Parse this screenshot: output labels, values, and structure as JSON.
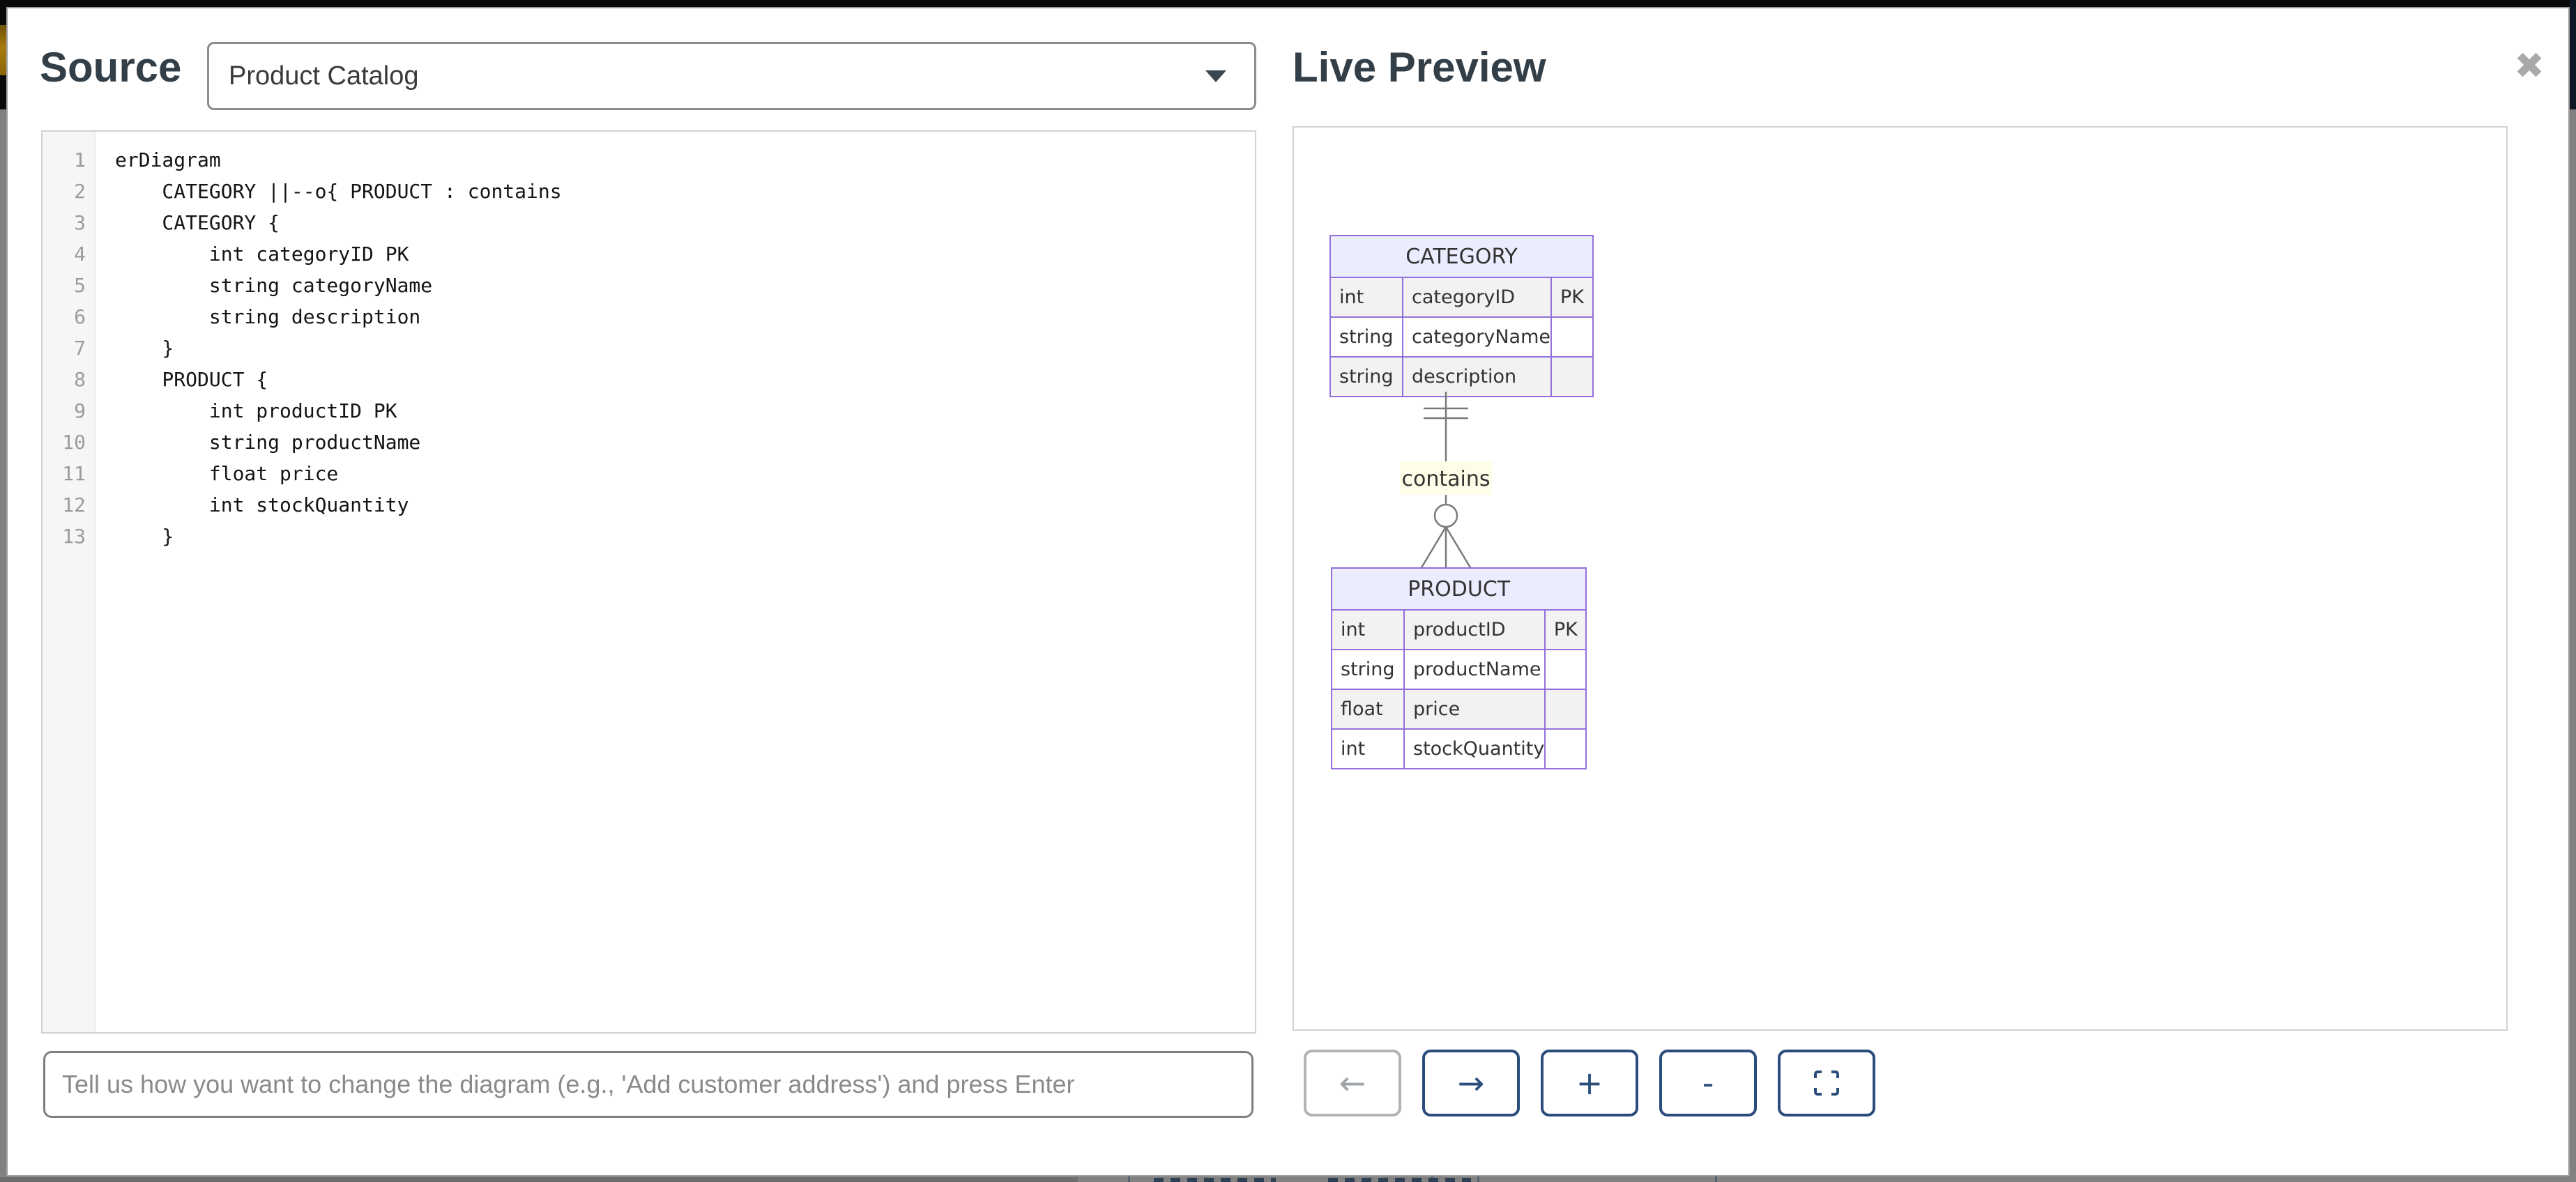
{
  "modal": {
    "source_label": "Source",
    "preview_label": "Live Preview",
    "close_glyph": "✖"
  },
  "source": {
    "selector": {
      "value": "Product Catalog"
    },
    "editor": {
      "lines": [
        "erDiagram",
        "    CATEGORY ||--o{ PRODUCT : contains",
        "    CATEGORY {",
        "        int categoryID PK",
        "        string categoryName",
        "        string description",
        "    }",
        "    PRODUCT {",
        "        int productID PK",
        "        string productName",
        "        float price",
        "        int stockQuantity",
        "    }"
      ]
    },
    "prompt_input": {
      "value": "",
      "placeholder": "Tell us how you want to change the diagram (e.g., 'Add customer address') and press Enter"
    }
  },
  "preview": {
    "diagram": {
      "entities": [
        {
          "name": "CATEGORY",
          "rows": [
            {
              "type": "int",
              "name": "categoryID",
              "key": "PK"
            },
            {
              "type": "string",
              "name": "categoryName",
              "key": ""
            },
            {
              "type": "string",
              "name": "description",
              "key": ""
            }
          ]
        },
        {
          "name": "PRODUCT",
          "rows": [
            {
              "type": "int",
              "name": "productID",
              "key": "PK"
            },
            {
              "type": "string",
              "name": "productName",
              "key": ""
            },
            {
              "type": "float",
              "name": "price",
              "key": ""
            },
            {
              "type": "int",
              "name": "stockQuantity",
              "key": ""
            }
          ]
        }
      ],
      "relationship": {
        "from": "CATEGORY",
        "to": "PRODUCT",
        "cardinality": "||--o{",
        "label": "contains"
      }
    },
    "toolbar": {
      "buttons": [
        {
          "id": "back",
          "glyph": "←",
          "enabled": false
        },
        {
          "id": "forward",
          "glyph": "→",
          "enabled": true
        },
        {
          "id": "zoom-in",
          "glyph": "+",
          "enabled": true
        },
        {
          "id": "zoom-out",
          "glyph": "-",
          "enabled": true
        },
        {
          "id": "fullscreen",
          "glyph": "",
          "enabled": true
        }
      ]
    }
  },
  "colors": {
    "entity_border": "#9370DB",
    "entity_header_fill": "#ECECFF",
    "row_alt_fill": "#F2F2F2",
    "relation_line": "#7a7a7a",
    "relation_label_bg": "#fdfde8",
    "button_accent": "#2a4d7c",
    "heading_text": "#333f48"
  }
}
